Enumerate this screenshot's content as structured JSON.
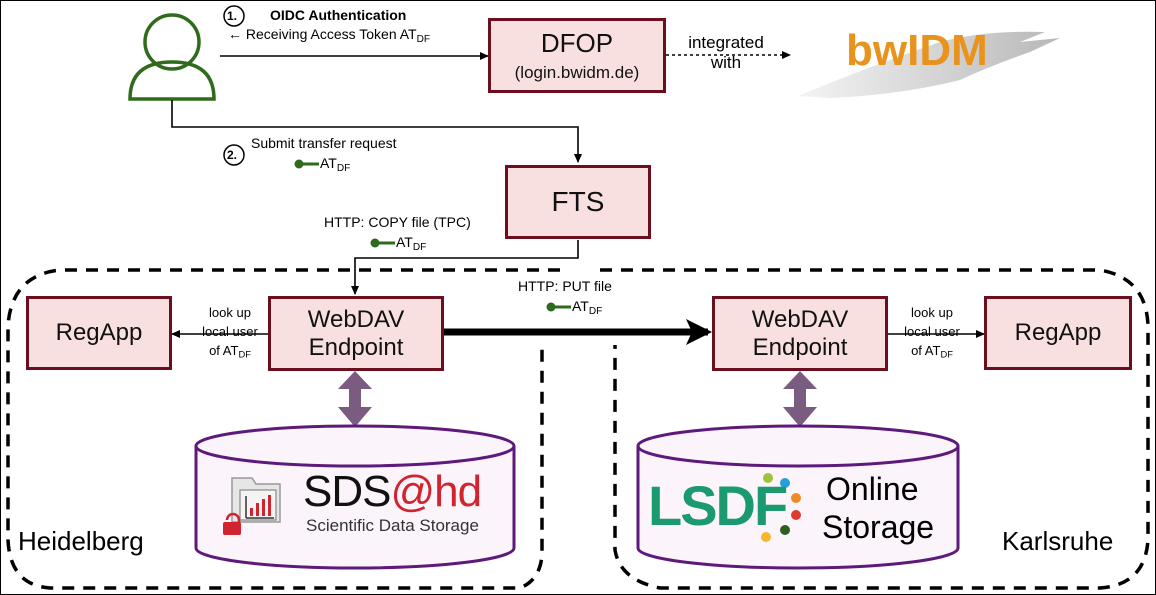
{
  "steps": {
    "step1": {
      "number": "1.",
      "title": "OIDC Authentication",
      "subtitle_prefix": "← Receiving Access Token AT",
      "subtitle_sub": "DF"
    },
    "step2": {
      "number": "2.",
      "title": "Submit transfer request",
      "token_text": "AT",
      "token_sub": "DF"
    }
  },
  "nodes": {
    "dfop": {
      "title": "DFOP",
      "subtitle": "(login.bwidm.de)"
    },
    "fts": {
      "title": "FTS"
    },
    "webdav_left": {
      "line1": "WebDAV",
      "line2": "Endpoint"
    },
    "webdav_right": {
      "line1": "WebDAV",
      "line2": "Endpoint"
    },
    "regapp_left": {
      "title": "RegApp"
    },
    "regapp_right": {
      "title": "RegApp"
    }
  },
  "edges": {
    "integrated": {
      "line1": "integrated",
      "line2": "with"
    },
    "copy": {
      "label": "HTTP: COPY file (TPC)",
      "token_text": "AT",
      "token_sub": "DF"
    },
    "put": {
      "label": "HTTP: PUT file",
      "token_text": "AT",
      "token_sub": "DF"
    },
    "lookup_left": {
      "line1": "look up",
      "line2": "local user",
      "line3_prefix": "of AT",
      "line3_sub": "DF"
    },
    "lookup_right": {
      "line1": "look up",
      "line2": "local user",
      "line3_prefix": "of AT",
      "line3_sub": "DF"
    }
  },
  "logos": {
    "bwidm": "bwIDM",
    "sds_main": "SDS",
    "sds_at": "@hd",
    "sds_sub": "Scientific Data Storage",
    "lsdf": "LSDF",
    "lsdf_line1": "Online",
    "lsdf_line2": "Storage"
  },
  "sites": {
    "left": "Heidelberg",
    "right": "Karlsruhe"
  },
  "colors": {
    "box_fill": "#f9e0e0",
    "box_border": "#6b0f1f",
    "user_green": "#2f6b1a",
    "key_green": "#2f6b1a",
    "storage_purple": "#5e1a7a",
    "double_arrow": "#7a5c80",
    "bwidm_orange": "#e8931e",
    "lsdf_green": "#1a9a6e",
    "sds_red": "#d1242f"
  }
}
